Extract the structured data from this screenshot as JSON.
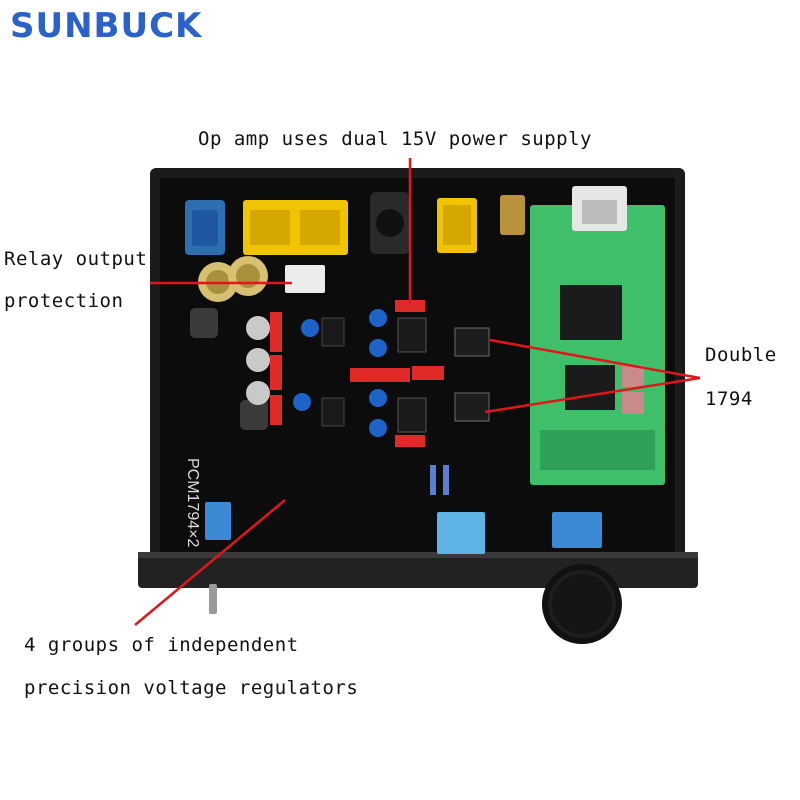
{
  "brand": {
    "logo_text": "SUNBUCK",
    "color": "#2a62c8"
  },
  "annotations": {
    "op_amp": "Op amp uses dual 15V power supply",
    "relay_line1": "Relay output",
    "relay_line2": "protection",
    "double_line1": "Double",
    "double_line2": "1794",
    "regulators_line1": "4 groups of independent",
    "regulators_line2": "precision voltage regulators"
  },
  "board_silkscreen": "PCM1794×2",
  "colors": {
    "chassis": "#1b1b1b",
    "pcb": "#0c0c0c",
    "daughterboard": "#3fbf6a",
    "pointer": "#e0161b",
    "relay_connector": "#f0c400",
    "capacitor": "#d8c072",
    "film_cap": "#e02a2a"
  }
}
